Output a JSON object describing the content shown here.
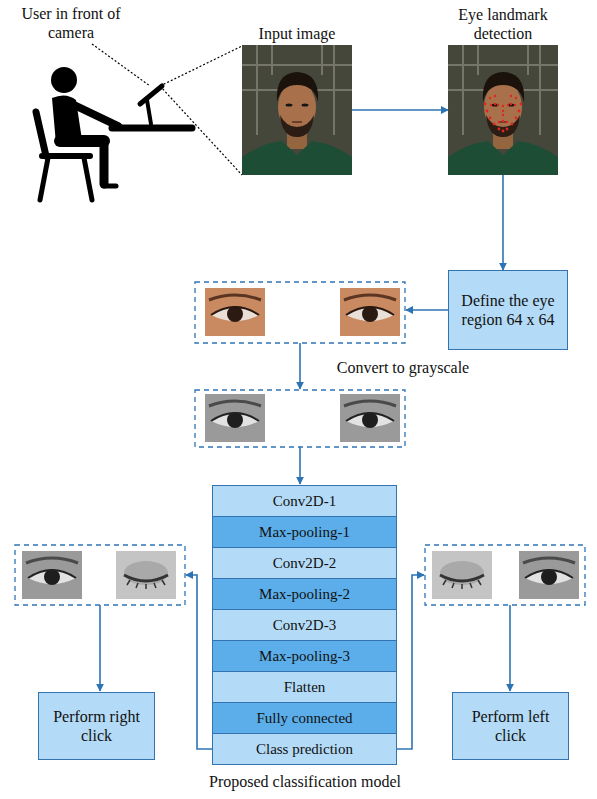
{
  "diagram": {
    "caption": "Proposed classification model",
    "nodes": [
      {
        "text": [
          "Input image"
        ]
      },
      {
        "text": [
          "Eye landmark detection"
        ]
      },
      {
        "text": [
          "Define the eye region 64 x 64"
        ]
      },
      {
        "text": [
          "Conv2D-1"
        ]
      },
      {
        "text": [
          "Max-pooling-1"
        ]
      },
      {
        "text": [
          "Conv2D-2"
        ]
      },
      {
        "text": [
          "Max-pooling-2"
        ]
      },
      {
        "text": [
          "Conv2D-3"
        ]
      },
      {
        "text": [
          "Max-pooling-3"
        ]
      },
      {
        "text": [
          "Flatten"
        ]
      },
      {
        "text": [
          "Fully connected"
        ]
      },
      {
        "text": [
          "Class prediction"
        ]
      },
      {
        "text": [
          "Perform right click"
        ]
      },
      {
        "text": [
          "Perform left click"
        ]
      }
    ],
    "edges": [
      {
        "from": 0,
        "to": 1,
        "arrow": "to"
      },
      {
        "from": 1,
        "to": 2,
        "arrow": "to"
      }
    ],
    "labels": [
      "User in front of camera",
      "Convert to grayscale"
    ]
  }
}
